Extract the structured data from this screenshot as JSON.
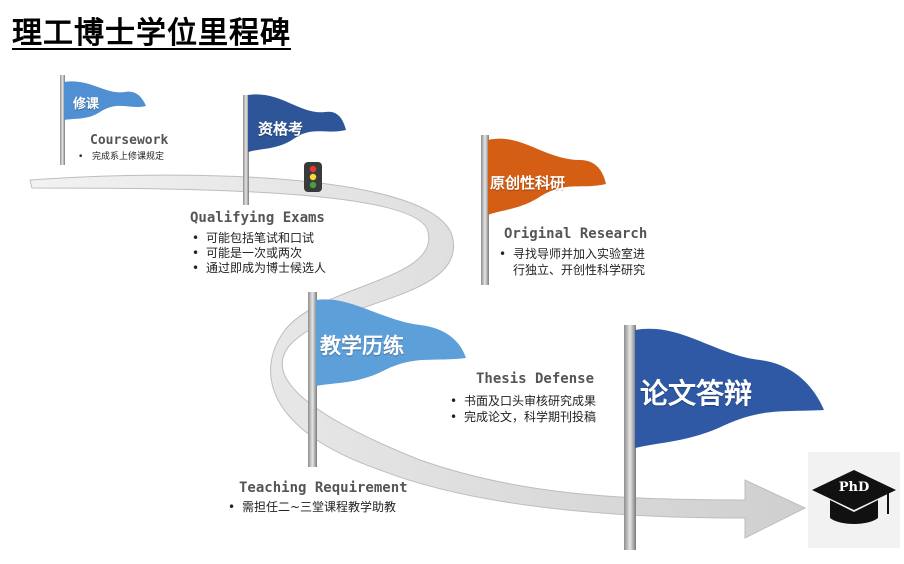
{
  "title": "理工博士学位里程碑",
  "milestones": [
    {
      "flag": "修课",
      "heading": "Coursework",
      "items": [
        "完成系上修课规定"
      ],
      "color": "#4f8fd2"
    },
    {
      "flag": "资格考",
      "heading": "Qualifying Exams",
      "items": [
        "可能包括笔试和口试",
        "可能是一次或两次",
        "通过即成为博士候选人"
      ],
      "color": "#2e5597"
    },
    {
      "flag": "原创性科研",
      "heading": "Original Research",
      "items": [
        "寻找导师并加入实验室进",
        "行独立、开创性科学研究"
      ],
      "color": "#d45f14"
    },
    {
      "flag": "教学历练",
      "heading": "Teaching Requirement",
      "items": [
        "需担任二~三堂课程教学助教"
      ],
      "color": "#5d9fd9"
    },
    {
      "flag": "论文答辩",
      "heading": "Thesis Defense",
      "items": [
        "书面及口头审核研究成果",
        "完成论文，科学期刊投稿"
      ],
      "color": "#2f58a5"
    }
  ],
  "goal": {
    "label": "PhD",
    "icon": "graduation-cap-icon"
  },
  "signal_icon": "traffic-light-icon"
}
